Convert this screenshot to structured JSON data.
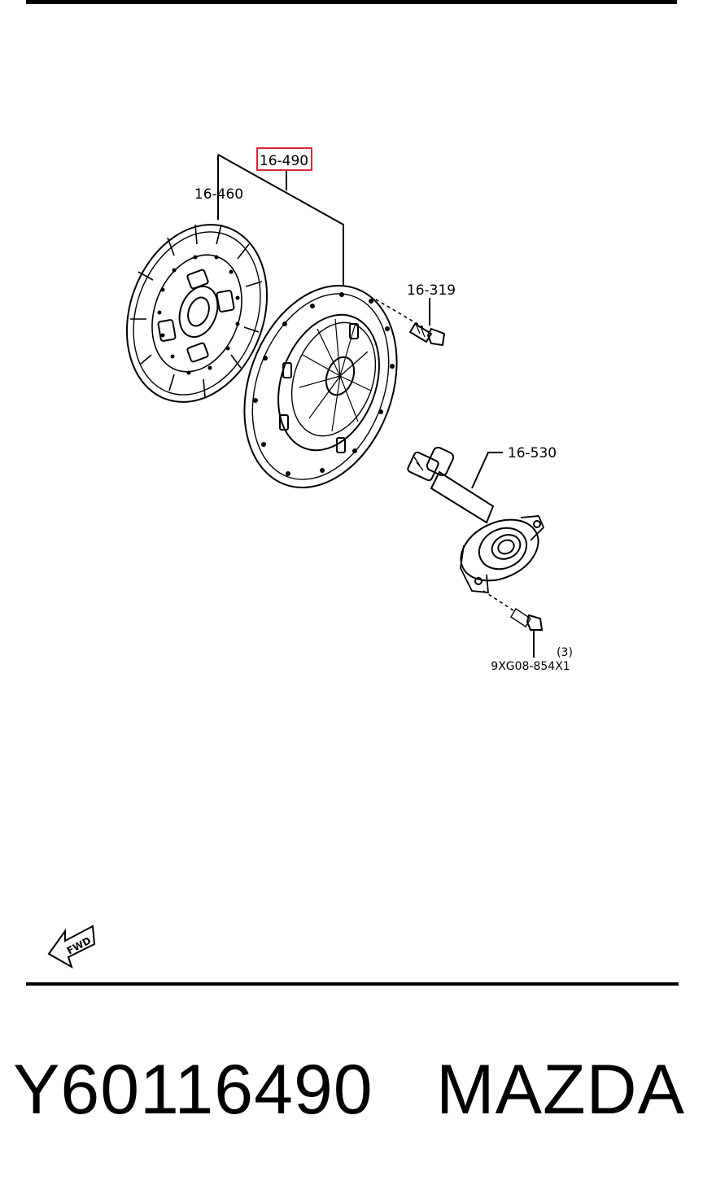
{
  "callouts": {
    "pressure_plate_set": "16-490",
    "clutch_disc": "16-460",
    "bolt_upper": "16-319",
    "release_cylinder": "16-530",
    "bolt_lower_qty": "(3)",
    "bolt_lower_code": "9XG08-854X1"
  },
  "direction_arrow": {
    "label": "FWD",
    "icon": "forward-arrow-icon"
  },
  "footer": {
    "part_number": "Y60116490",
    "brand": "MAZDA"
  },
  "colors": {
    "highlight": "#d9283a",
    "line": "#000000"
  }
}
